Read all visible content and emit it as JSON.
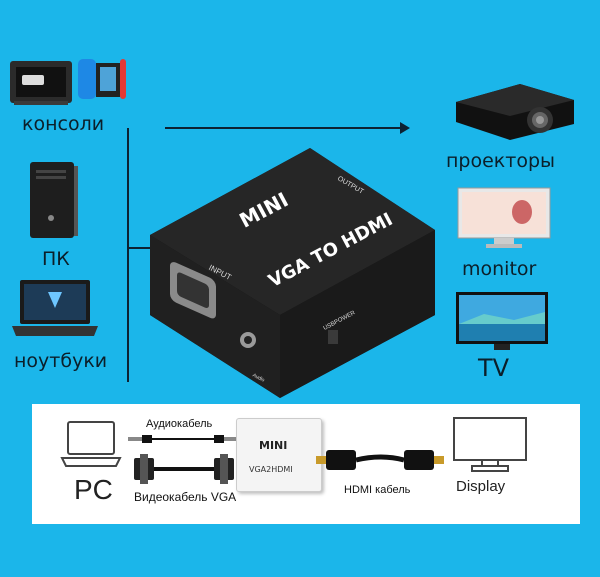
{
  "left_devices": [
    {
      "label": "консоли",
      "icon": "game-console-icon"
    },
    {
      "label": "ПК",
      "icon": "desktop-pc-icon"
    },
    {
      "label": "ноутбуки",
      "icon": "laptop-icon"
    }
  ],
  "right_devices": [
    {
      "label": "проекторы",
      "icon": "projector-icon"
    },
    {
      "label": "monitor",
      "icon": "monitor-icon"
    },
    {
      "label": "TV",
      "icon": "tv-icon"
    }
  ],
  "adapter": {
    "brand": "MINI",
    "model": "VGA TO HDMI",
    "output_port_label": "OUTPUT",
    "input_port_label": "INPUT",
    "power_port_label": "USBPOWER",
    "audio_port_label": "Audio"
  },
  "diagram": {
    "source_label": "PC",
    "audio_cable_label": "Аудиокабель",
    "vga_cable_label": "Видеокабель VGA",
    "box_brand": "MINI",
    "box_model": "VGA2HDMI",
    "hdmi_cable_label": "HDMI кабель",
    "display_label": "Display"
  },
  "colors": {
    "background": "#1bb6ea",
    "adapter_body": "#1c1c1c",
    "panel": "#ffffff"
  }
}
